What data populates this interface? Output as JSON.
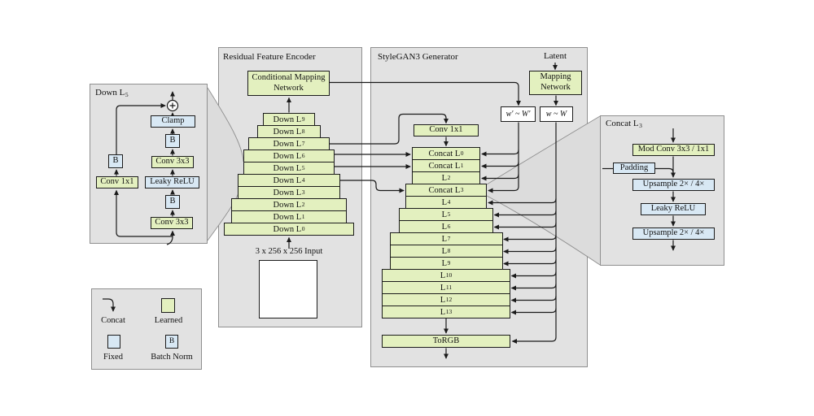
{
  "left_panel": {
    "title_base": "Down L",
    "title_sub": "5",
    "clamp": "Clamp",
    "b_top": "B",
    "conv3x3_top": "Conv 3x3",
    "leaky": "Leaky ReLU",
    "b_mid": "B",
    "conv3x3_bot": "Conv 3x3",
    "b_left": "B",
    "conv1x1": "Conv 1x1"
  },
  "encoder": {
    "title": "Residual Feature Encoder",
    "cmn": "Conditional Mapping Network",
    "rows": [
      {
        "base": "Down L",
        "sub": "9"
      },
      {
        "base": "Down L",
        "sub": "8"
      },
      {
        "base": "Down L",
        "sub": "7"
      },
      {
        "base": "Down L",
        "sub": "6"
      },
      {
        "base": "Down L",
        "sub": "5"
      },
      {
        "base": "Down L",
        "sub": "4"
      },
      {
        "base": "Down L",
        "sub": "3"
      },
      {
        "base": "Down L",
        "sub": "2"
      },
      {
        "base": "Down L",
        "sub": "1"
      },
      {
        "base": "Down L",
        "sub": "0"
      }
    ],
    "input_label": "3 x 256 x 256 Input"
  },
  "generator": {
    "title": "StyleGAN3 Generator",
    "latent": "Latent",
    "mapping": "Mapping Network",
    "w_prime": "w′ ~ W′",
    "w": "w ~ W",
    "conv1x1": "Conv 1x1",
    "rows": [
      {
        "base": "Concat L",
        "sub": "0"
      },
      {
        "base": "Concat L",
        "sub": "1"
      },
      {
        "base": "L",
        "sub": "2"
      },
      {
        "base": "Concat L",
        "sub": "3"
      },
      {
        "base": "L",
        "sub": "4"
      },
      {
        "base": "L",
        "sub": "5"
      },
      {
        "base": "L",
        "sub": "6"
      },
      {
        "base": "L",
        "sub": "7"
      },
      {
        "base": "L",
        "sub": "8"
      },
      {
        "base": "L",
        "sub": "9"
      },
      {
        "base": "L",
        "sub": "10"
      },
      {
        "base": "L",
        "sub": "11"
      },
      {
        "base": "L",
        "sub": "12"
      },
      {
        "base": "L",
        "sub": "13"
      }
    ],
    "torgb": "ToRGB"
  },
  "right_panel": {
    "title_base": "Concat L",
    "title_sub": "3",
    "mod_conv": "Mod Conv 3x3 / 1x1",
    "padding": "Padding",
    "upsample1": "Upsample 2× / 4×",
    "leaky": "Leaky ReLU",
    "upsample2": "Upsample 2× / 4×"
  },
  "legend": {
    "concat": "Concat",
    "learned": "Learned",
    "fixed": "Fixed",
    "batch_norm": "Batch Norm",
    "b": "B"
  },
  "colors": {
    "learned_green": "#e3f0bf",
    "fixed_blue": "#d8e8f4",
    "panel_gray": "#e2e2e2",
    "line": "#1a1a1a"
  }
}
